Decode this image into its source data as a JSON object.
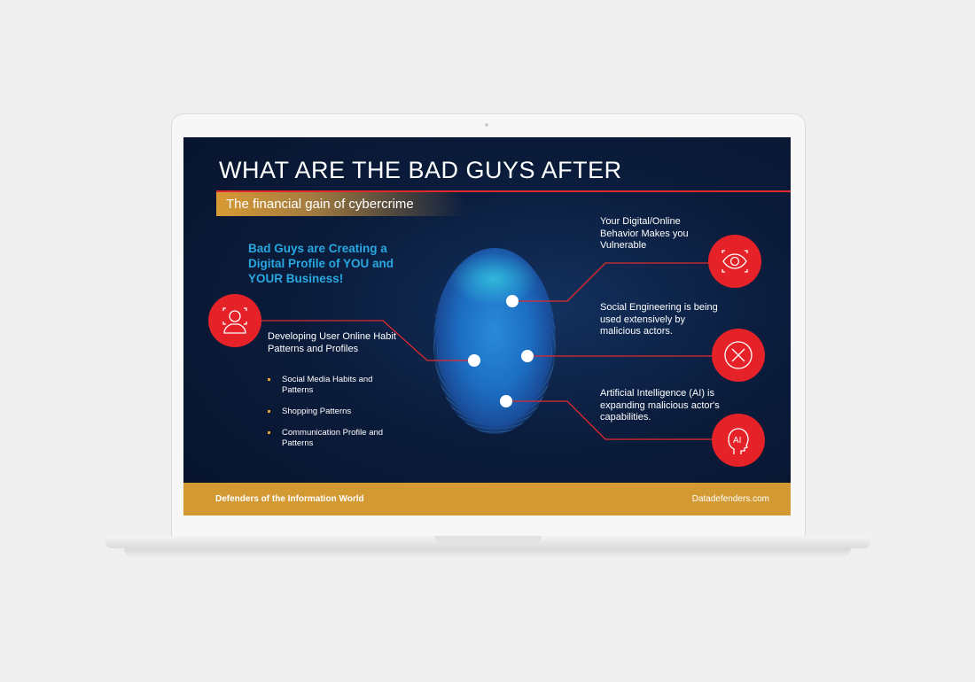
{
  "slide": {
    "title": "WHAT ARE THE BAD GUYS AFTER",
    "subtitle": "The financial gain of cybercrime",
    "headline": "Bad Guys are Creating a Digital Profile of YOU and YOUR Business!",
    "left_item": {
      "label": "Developing User Online Habit Patterns and Profiles",
      "icon": "user-scan-icon",
      "bullets": [
        "Social Media Habits and Patterns",
        "Shopping Patterns",
        "Communication Profile and Patterns"
      ]
    },
    "right_items": [
      {
        "label": "Your Digital/Online Behavior Makes you Vulnerable",
        "icon": "eye-scan-icon"
      },
      {
        "label": "Social Engineering is being used extensively by malicious actors.",
        "icon": "x-circle-icon"
      },
      {
        "label": "Artificial Intelligence (AI) is expanding malicious actor's capabilities.",
        "icon": "ai-head-icon",
        "icon_text": "AI"
      }
    ],
    "footer_left": "Defenders of the Information World",
    "footer_right": "Datadefenders.com"
  },
  "colors": {
    "accent_red": "#e42228",
    "gold": "#d39a33",
    "headline_blue": "#27a8e0",
    "background": "#0b1c3c"
  }
}
